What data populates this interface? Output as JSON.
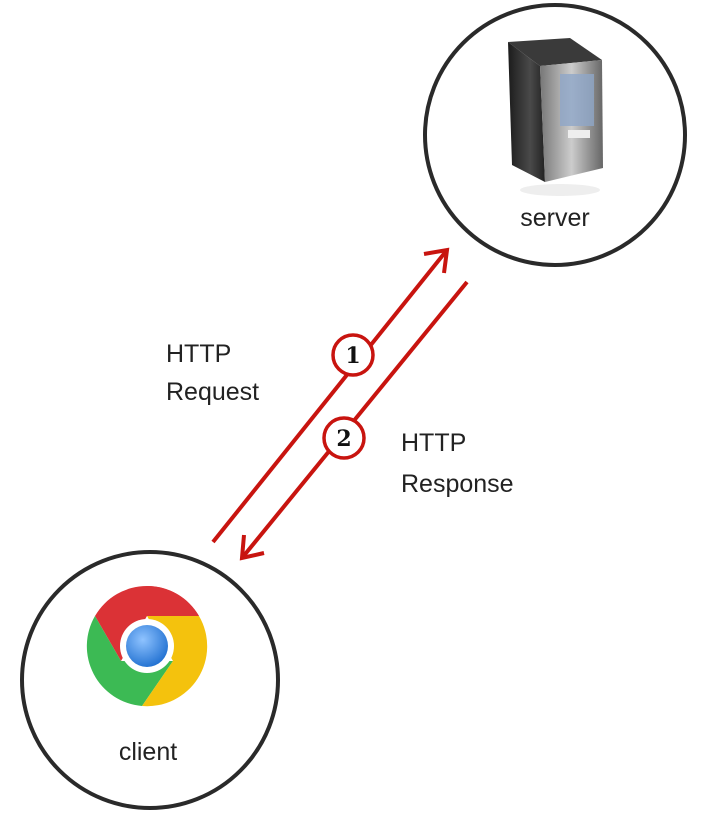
{
  "nodes": {
    "server": {
      "label": "server",
      "icon": "server-tower-icon"
    },
    "client": {
      "label": "client",
      "icon": "chrome-browser-icon"
    }
  },
  "arrows": {
    "request": {
      "step": "1",
      "line1": "HTTP",
      "line2": "Request"
    },
    "response": {
      "step": "2",
      "line1": "HTTP",
      "line2": "Response"
    }
  },
  "colors": {
    "arrow": "#c8140f",
    "circle": "#2a2a2a"
  }
}
